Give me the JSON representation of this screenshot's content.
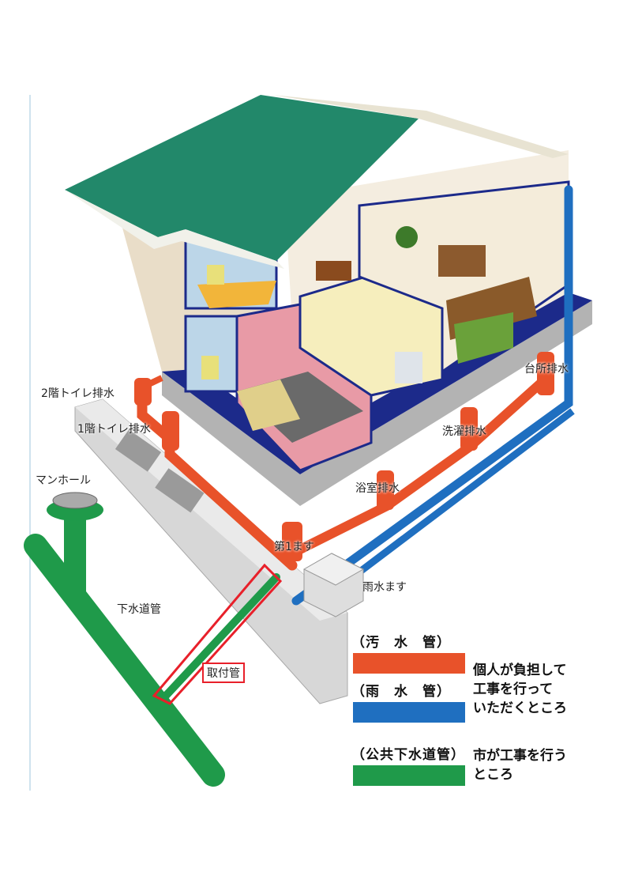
{
  "labels": {
    "toilet2f": "2階トイレ排水",
    "toilet1f": "1階トイレ排水",
    "manhole": "マンホール",
    "sewer_main": "下水道管",
    "connection_pipe": "取付管",
    "first_basin": "第1ます",
    "bath": "浴室排水",
    "laundry": "洗濯排水",
    "kitchen": "台所排水",
    "rain_basin": "雨水ます"
  },
  "legend": {
    "items": [
      {
        "label": "（汚　水　管）",
        "color": "#e8522a"
      },
      {
        "label": "（雨　水　管）",
        "color": "#1f6fc0"
      },
      {
        "label": "（公共下水道管）",
        "color": "#1f9a4a"
      }
    ],
    "note_private_1": "個人が負担して",
    "note_private_2": "工事を行って",
    "note_private_3": "いただくところ",
    "note_public_1": "市が工事を行う",
    "note_public_2": "ところ"
  },
  "colors": {
    "sewage": "#e8522a",
    "rain": "#1f6fc0",
    "public": "#1f9a4a",
    "highlight": "#e8202a"
  }
}
